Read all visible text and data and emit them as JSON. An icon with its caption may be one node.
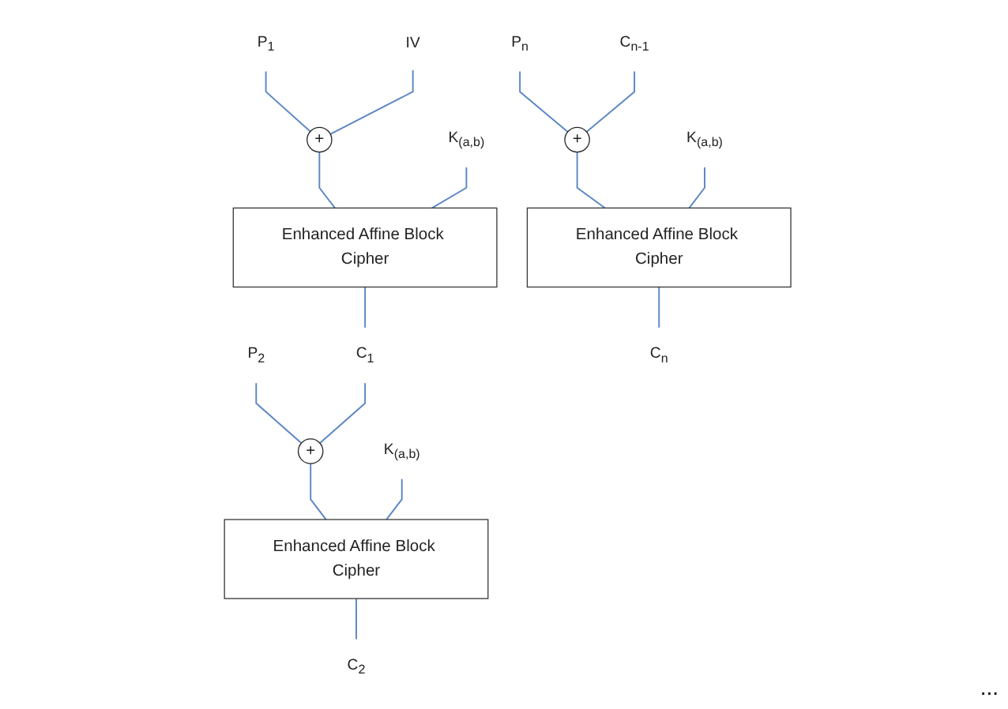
{
  "diagram": {
    "nodes": [
      {
        "text": [
          "P$_{1}$"
        ]
      },
      {
        "text": [
          "P$_{2}$"
        ]
      },
      {
        "text": [
          "P$_{n}$"
        ]
      },
      {
        "text": [
          "+"
        ]
      },
      {
        "text": [
          "+"
        ]
      },
      {
        "text": [
          "+"
        ]
      },
      {
        "text": [
          "K$_{(a,b)}$"
        ]
      },
      {
        "text": [
          "Enhanced Affine Block Cipher"
        ]
      },
      {
        "text": [
          "K$_{(a,b)}$"
        ]
      },
      {
        "text": [
          "Enhanced Affine Block Cipher"
        ]
      },
      {
        "text": [
          "K$_{(a,b)}$"
        ]
      },
      {
        "text": [
          "Enhanced Affine Block Cipher"
        ]
      },
      {
        "text": [
          "IV"
        ]
      },
      {
        "text": [
          "C$_{1}$"
        ]
      },
      {
        "text": [
          "C$_{2}$"
        ]
      },
      {
        "text": [
          "C$_{n-1}$"
        ]
      },
      {
        "text": [
          "C$_{n}$"
        ]
      }
    ],
    "edges": [
      {
        "from": 0,
        "to": 3,
        "arrow": "none"
      },
      {
        "from": 12,
        "to": 3,
        "arrow": "none"
      },
      {
        "from": 3,
        "to": 7,
        "arrow": "none"
      },
      {
        "from": 6,
        "to": 7,
        "arrow": "none"
      },
      {
        "from": 7,
        "to": 13,
        "arrow": "none"
      },
      {
        "from": 1,
        "to": 4,
        "arrow": "none"
      },
      {
        "from": 13,
        "to": 4,
        "arrow": "none"
      },
      {
        "from": 4,
        "to": 9,
        "arrow": "none"
      },
      {
        "from": 8,
        "to": 9,
        "arrow": "none"
      },
      {
        "from": 9,
        "to": 14,
        "arrow": "none"
      },
      {
        "from": 2,
        "to": 5,
        "arrow": "none"
      },
      {
        "from": 15,
        "to": 5,
        "arrow": "none"
      },
      {
        "from": 5,
        "to": 11,
        "arrow": "none"
      },
      {
        "from": 10,
        "to": 11,
        "arrow": "none"
      },
      {
        "from": 11,
        "to": 16,
        "arrow": "none"
      }
    ],
    "labels": [
      "..."
    ]
  }
}
